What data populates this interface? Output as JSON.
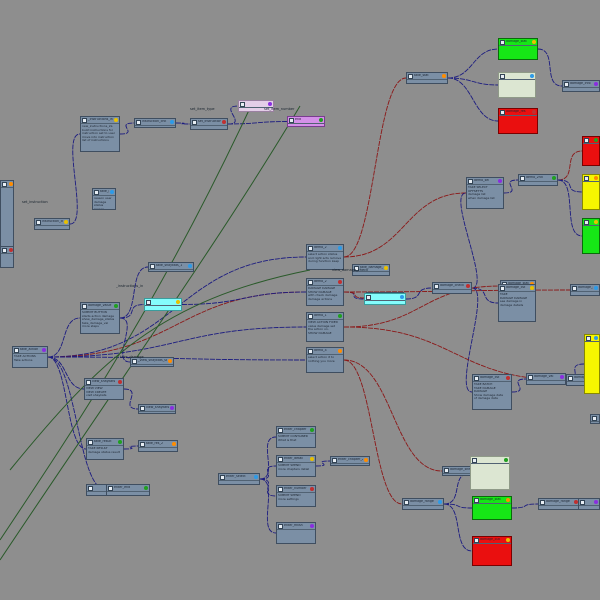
{
  "nodes": [
    {
      "id": "n1",
      "title": "_instructions_in",
      "body": "new_instructions_2a\nbuild instructions for\ninstruction set to user\nmove into instruction\nlist of instructions",
      "color": "slate"
    },
    {
      "id": "n2",
      "title": "instruction_chk",
      "body": "",
      "color": "slate"
    },
    {
      "id": "n3",
      "title": "set_instruction",
      "body": "",
      "color": "slate"
    },
    {
      "id": "n4",
      "title": "",
      "body": "",
      "color": "pink"
    },
    {
      "id": "n5",
      "title": "end",
      "body": "",
      "color": "violet"
    },
    {
      "id": "n6",
      "title": "",
      "body": "",
      "color": "slate"
    },
    {
      "id": "n7",
      "title": "instruction_chk",
      "body": "",
      "color": "slate"
    },
    {
      "id": "n8",
      "title": "take_reason",
      "body": "reason user\ndamage status reason",
      "color": "slate"
    },
    {
      "id": "n9",
      "title": "",
      "body": "",
      "color": "slate"
    },
    {
      "id": "n10",
      "title": "take_action",
      "body": "TAKE ACTIONS\nTake actions",
      "color": "slate"
    },
    {
      "id": "n11",
      "title": "damage_value",
      "body": "SUBMIT BUTTON\nstarts action damage\nshow_damage_status\ntake_damage_val\nmore steps",
      "color": "slate"
    },
    {
      "id": "n12",
      "title": "_view_shaykats_sk",
      "body": "",
      "color": "slate"
    },
    {
      "id": "n13",
      "title": "",
      "body": "",
      "color": "cyan"
    },
    {
      "id": "n14",
      "title": "take_shaykats_1",
      "body": "",
      "color": "slate"
    },
    {
      "id": "n15",
      "title": "view_shaykats",
      "body": "VIEW VIEW\nVIEW CREATE\nvisit shaykats",
      "color": "slate"
    },
    {
      "id": "n16",
      "title": "view_shaykats_2",
      "body": "",
      "color": "slate"
    },
    {
      "id": "n17",
      "title": "take_result",
      "body": "TAKE RESULT\ndamage status result",
      "color": "slate"
    },
    {
      "id": "n18",
      "title": "take_res_2",
      "body": "",
      "color": "slate"
    },
    {
      "id": "n19",
      "title": "",
      "body": "",
      "color": "slate"
    },
    {
      "id": "n20",
      "title": "demo_2",
      "body": "select action status\nand right acts remove\nduring function keep",
      "color": "slate"
    },
    {
      "id": "n21",
      "title": "demo_2",
      "body": "DAMAGE DAMAGE\nSHOW DAMAGE\nwith check damage\ndamage actions",
      "color": "slate"
    },
    {
      "id": "n22",
      "title": "demo_3",
      "body": "",
      "color": "slate"
    },
    {
      "id": "n23",
      "title": "demo_1",
      "body": "VIEW ACTION FIXED\nvalue damage set\nthe action on.\nSHOW DAMAGE",
      "color": "slate"
    },
    {
      "id": "n24",
      "title": "demo_4",
      "body": "select action it to\nnothing you more",
      "color": "slate"
    },
    {
      "id": "n25",
      "title": "take_damage_cnt",
      "body": "",
      "color": "slate"
    },
    {
      "id": "n26",
      "title": "",
      "body": "",
      "color": "cyan"
    },
    {
      "id": "n27",
      "title": "damage_check",
      "body": "",
      "color": "slate"
    },
    {
      "id": "n28",
      "title": "demo_sel",
      "body": "TAKE SELECT\nOFFSETTS\ndamage list\nwhen damage list",
      "color": "slate"
    },
    {
      "id": "n29",
      "title": "demo_2nd",
      "body": "",
      "color": "slate"
    },
    {
      "id": "n30",
      "title": "damage_stat",
      "body": "",
      "color": "slate"
    },
    {
      "id": "n31",
      "title": "damage_list",
      "body": "TAKE\nDAMAGE DAMAGE\nsee damage in\ndamage details",
      "color": "slate"
    },
    {
      "id": "n32",
      "title": "damage_list",
      "body": "",
      "color": "slate"
    },
    {
      "id": "n33",
      "title": "damage_list",
      "body": "TAKE BATCH\nTAKE DAMAGE\nDAMAGE\nShow damage data\nof damage data",
      "color": "slate"
    },
    {
      "id": "n34",
      "title": "damage_val",
      "body": "",
      "color": "slate"
    },
    {
      "id": "n35",
      "title": "damage_ctrl",
      "body": "",
      "color": "slate"
    },
    {
      "id": "n36",
      "title": "take_stat",
      "body": "",
      "color": "slate"
    },
    {
      "id": "n37",
      "title": "damage_stat",
      "body": "",
      "color": "green"
    },
    {
      "id": "n38",
      "title": "",
      "body": "",
      "color": "pale"
    },
    {
      "id": "n39",
      "title": "damage_res",
      "body": "",
      "color": "red"
    },
    {
      "id": "n40",
      "title": "damage_info",
      "body": "",
      "color": "slate"
    },
    {
      "id": "n41",
      "title": "",
      "body": "",
      "color": "red"
    },
    {
      "id": "n42",
      "title": "",
      "body": "",
      "color": "yellow"
    },
    {
      "id": "n43",
      "title": "",
      "body": "",
      "color": "green"
    },
    {
      "id": "n44",
      "title": "",
      "body": "",
      "color": "yellow"
    },
    {
      "id": "n45",
      "title": "",
      "body": "",
      "color": "slate"
    },
    {
      "id": "n46",
      "title": "damage_sheet",
      "body": "",
      "color": "slate"
    },
    {
      "id": "n47",
      "title": "",
      "body": "",
      "color": "pale"
    },
    {
      "id": "n48",
      "title": "damage_stat",
      "body": "",
      "color": "green"
    },
    {
      "id": "n49",
      "title": "damage_out",
      "body": "",
      "color": "red"
    },
    {
      "id": "n50",
      "title": "damage_range",
      "body": "",
      "color": "slate"
    },
    {
      "id": "n51",
      "title": "damage_range",
      "body": "",
      "color": "slate"
    },
    {
      "id": "n52",
      "title": "",
      "body": "",
      "color": "slate"
    },
    {
      "id": "n53",
      "title": "enter_chapter",
      "body": "SUBMIT CONTAINER\nWhat is that",
      "color": "slate"
    },
    {
      "id": "n54",
      "title": "enter_chapter_2",
      "body": "",
      "color": "slate"
    },
    {
      "id": "n55",
      "title": "enter_detail",
      "body": "SUBMIT SPEND\nmore chapters detail",
      "color": "slate"
    },
    {
      "id": "n56",
      "title": "enter_select",
      "body": "",
      "color": "slate"
    },
    {
      "id": "n57",
      "title": "enter_number",
      "body": "SUBMIT SPEND\nmore settings",
      "color": "slate"
    },
    {
      "id": "n58",
      "title": "enter_finish",
      "body": "",
      "color": "slate"
    },
    {
      "id": "n59",
      "title": "enter_end",
      "body": "",
      "color": "slate"
    }
  ],
  "edge_labels": [
    "set_item_type",
    "set_item_number",
    "set_instruction",
    "_instructions_in",
    "take_damage",
    "view_damage_check"
  ]
}
